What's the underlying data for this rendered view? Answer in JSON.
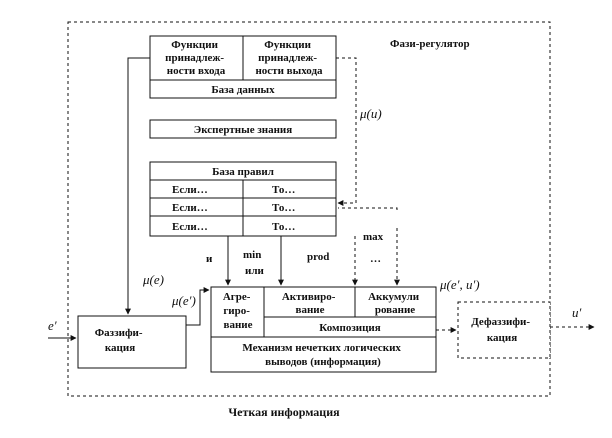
{
  "regulator_title": "Фази-регулятор",
  "database": {
    "cell_input": [
      "Функции",
      "принадлеж-",
      "ности входа"
    ],
    "cell_output": [
      "Функции",
      "принадлеж-",
      "ности выхода"
    ],
    "label": "База данных"
  },
  "expert_knowledge": "Экспертные знания",
  "rule_base": {
    "title": "База правил",
    "rows": [
      {
        "if": "Если…",
        "then": "То…"
      },
      {
        "if": "Если…",
        "then": "То…"
      },
      {
        "if": "Если…",
        "then": "То…"
      }
    ]
  },
  "signals": {
    "mu_u": "μ(u)",
    "mu_e": "μ(e)",
    "mu_e_prime": "μ(e′)",
    "mu_e_u": "μ(e′, u′)",
    "e_in": "e′",
    "u_out": "u′"
  },
  "operators": {
    "and": "и",
    "min": "min",
    "or": "или",
    "prod": "prod",
    "max": "max",
    "dots": "…"
  },
  "inference": {
    "col1": [
      "Агре-",
      "гиро-",
      "вание"
    ],
    "col2": [
      "Активиро-",
      "вание"
    ],
    "col3": [
      "Аккумули",
      "рование"
    ],
    "composition": "Композиция",
    "mechanism": [
      "Механизм нечетких логических",
      "выводов (информация)"
    ]
  },
  "fuzzification": [
    "Фаззифи-",
    "кация"
  ],
  "defuzzification": [
    "Дефаззифи-",
    "кация"
  ],
  "crisp_information": "Четкая информация"
}
